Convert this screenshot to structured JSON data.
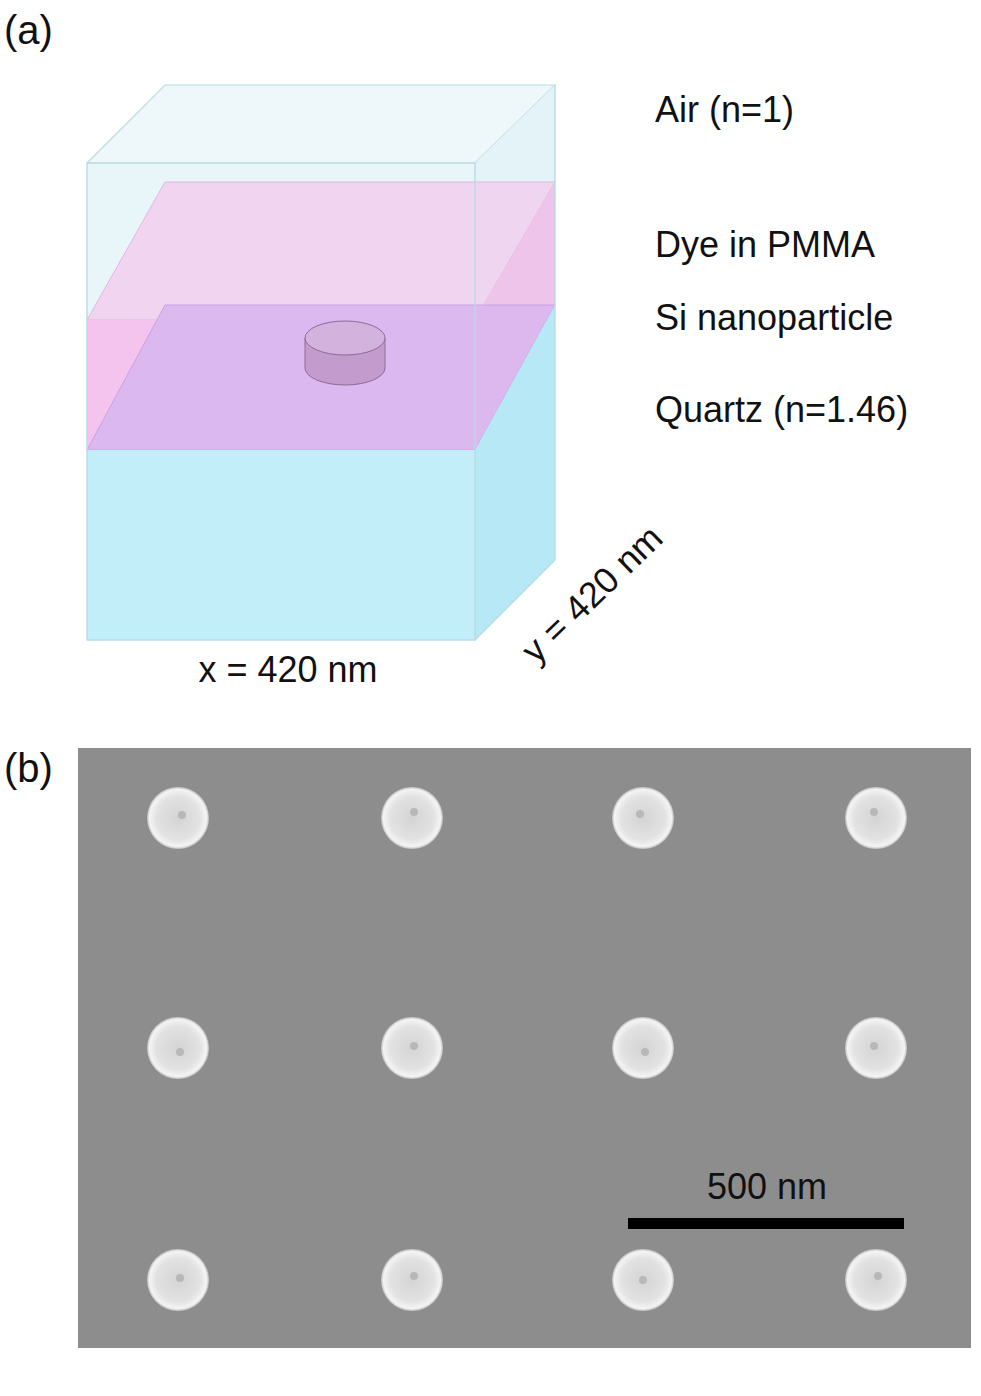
{
  "diagram": {
    "labels": [
      "(a)",
      "Air (n=1)",
      "Dye in PMMA",
      "Si nanoparticle",
      "Quartz (n=1.46)",
      "x = 420 nm",
      "y = 420 nm",
      "(b)",
      "500 nm"
    ]
  }
}
